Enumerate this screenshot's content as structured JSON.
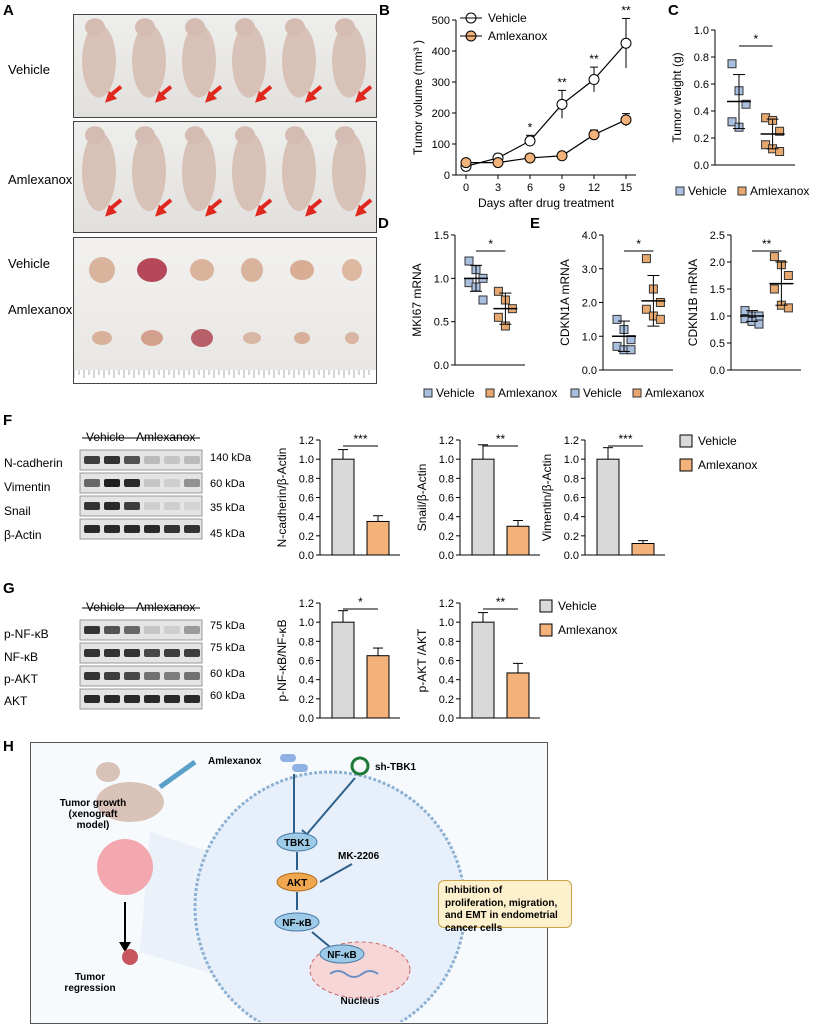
{
  "colors": {
    "vehicle": "#d9d9d9",
    "amlexanox": "#f2b27a",
    "vehicle_sq": "#a9bfe0",
    "amlexanox_sq": "#e7a870",
    "cell": "#e7f0fa",
    "nucleus": "#f6d6d6",
    "node": "#9dcbe7",
    "akt": "#f1a650",
    "box": "#fdf0cc"
  },
  "panels": {
    "A": "A",
    "B": "B",
    "C": "C",
    "D": "D",
    "E": "E",
    "F": "F",
    "G": "G",
    "H": "H"
  },
  "panel_a": {
    "row1": "Vehicle",
    "row2": "Amlexanox",
    "row3": "Vehicle",
    "row4": "Amlexanox"
  },
  "legend": {
    "vehicle": "Vehicle",
    "amlexanox": "Amlexanox"
  },
  "panel_f": {
    "groups": [
      "Vehicle",
      "Amlexanox"
    ],
    "proteins": [
      "N-cadherin",
      "Vimentin",
      "Snail",
      "β-Actin"
    ],
    "kda": [
      "140 kDa",
      "60 kDa",
      "35 kDa",
      "45 kDa"
    ]
  },
  "panel_g": {
    "groups": [
      "Vehicle",
      "Amlexanox"
    ],
    "proteins": [
      "p-NF-κB",
      "NF-κB",
      "p-AKT",
      "AKT"
    ],
    "kda": [
      "75 kDa",
      "75 kDa",
      "60 kDa",
      "60 kDa"
    ]
  },
  "panel_h": {
    "drug": "Amlexanox",
    "shrna": "sh-TBK1",
    "mouse_label": "Tumor growth (xenograft model)",
    "regression": "Tumor regression",
    "tbk1": "TBK1",
    "inhibitor": "MK-2206",
    "akt": "AKT",
    "nfkb": "NF-κB",
    "nfkb_nuc": "NF-κB",
    "nucleus": "Nucleus",
    "effect": "Inhibition of proliferation, migration, and EMT in endometrial cancer cells"
  },
  "chart_data": [
    {
      "id": "B",
      "type": "line",
      "x": [
        0,
        3,
        6,
        9,
        12,
        15
      ],
      "series": [
        {
          "name": "Vehicle",
          "values": [
            28,
            55,
            110,
            228,
            308,
            425
          ],
          "err": [
            10,
            12,
            18,
            45,
            40,
            80
          ]
        },
        {
          "name": "Amlexanox",
          "values": [
            40,
            40,
            55,
            62,
            130,
            178
          ],
          "err": [
            8,
            8,
            8,
            8,
            15,
            20
          ]
        }
      ],
      "sig": [
        "",
        "",
        "*",
        "**",
        "**",
        "**"
      ],
      "xlabel": "Days after drug treatment",
      "ylabel": "Tumor volume (mm³ )",
      "ylim": [
        0,
        500
      ],
      "yticks": [
        0,
        100,
        200,
        300,
        400,
        500
      ],
      "legend": "top-left"
    },
    {
      "id": "C",
      "type": "scatter",
      "ylabel": "Tumor weight (g)",
      "ylim": [
        0,
        1.0
      ],
      "yticks": [
        "0.0",
        "0.2",
        "0.4",
        "0.6",
        "0.8",
        "1.0"
      ],
      "groups": [
        {
          "name": "Vehicle",
          "values": [
            0.75,
            0.55,
            0.45,
            0.32,
            0.28
          ],
          "mean": 0.47,
          "sd": 0.2
        },
        {
          "name": "Amlexanox",
          "values": [
            0.35,
            0.33,
            0.25,
            0.15,
            0.12,
            0.1
          ],
          "mean": 0.23,
          "sd": 0.11
        }
      ],
      "sig": "*",
      "legend": "bottom"
    },
    {
      "id": "D",
      "type": "scatter",
      "ylabel": "MKI67 mRNA",
      "ylim": [
        0,
        1.5
      ],
      "yticks": [
        "0.0",
        "0.5",
        "1.0",
        "1.5"
      ],
      "groups": [
        {
          "name": "Vehicle",
          "values": [
            1.2,
            1.1,
            1.0,
            0.95,
            0.9,
            0.75
          ],
          "mean": 1.0,
          "sd": 0.15
        },
        {
          "name": "Amlexanox",
          "values": [
            0.85,
            0.75,
            0.65,
            0.55,
            0.45
          ],
          "mean": 0.65,
          "sd": 0.18
        }
      ],
      "sig": "*"
    },
    {
      "id": "E1",
      "type": "scatter",
      "ylabel": "CDKN1A mRNA",
      "ylim": [
        0,
        4.0
      ],
      "yticks": [
        "0.0",
        "1.0",
        "2.0",
        "3.0",
        "4.0"
      ],
      "groups": [
        {
          "name": "Vehicle",
          "values": [
            1.5,
            1.2,
            0.9,
            0.7,
            0.6,
            0.6
          ],
          "mean": 1.0,
          "sd": 0.45
        },
        {
          "name": "Amlexanox",
          "values": [
            3.3,
            2.4,
            2.0,
            1.8,
            1.6,
            1.5
          ],
          "mean": 2.05,
          "sd": 0.75
        }
      ],
      "sig": "*"
    },
    {
      "id": "E2",
      "type": "scatter",
      "ylabel": "CDKN1B mRNA",
      "ylim": [
        0,
        2.5
      ],
      "yticks": [
        "0.0",
        "0.5",
        "1.0",
        "1.5",
        "2.0",
        "2.5"
      ],
      "groups": [
        {
          "name": "Vehicle",
          "values": [
            1.1,
            1.0,
            1.0,
            0.95,
            0.9,
            0.85
          ],
          "mean": 1.0,
          "sd": 0.1
        },
        {
          "name": "Amlexanox",
          "values": [
            2.1,
            1.95,
            1.75,
            1.5,
            1.2,
            1.15
          ],
          "mean": 1.6,
          "sd": 0.4
        }
      ],
      "sig": "**"
    },
    {
      "id": "F1",
      "type": "bar",
      "categories": [
        "Vehicle",
        "Amlexanox"
      ],
      "values": [
        1.0,
        0.35
      ],
      "err": [
        0.1,
        0.06
      ],
      "ylabel": "N-cadherin/β-Actin",
      "ylim": [
        0,
        1.2
      ],
      "yticks": [
        "0.0",
        "0.2",
        "0.4",
        "0.6",
        "0.8",
        "1.0",
        "1.2"
      ],
      "sig": "***"
    },
    {
      "id": "F2",
      "type": "bar",
      "categories": [
        "Vehicle",
        "Amlexanox"
      ],
      "values": [
        1.0,
        0.3
      ],
      "err": [
        0.15,
        0.06
      ],
      "ylabel": "Snail/β-Actin",
      "ylim": [
        0,
        1.2
      ],
      "yticks": [
        "0.0",
        "0.2",
        "0.4",
        "0.6",
        "0.8",
        "1.0",
        "1.2"
      ],
      "sig": "**"
    },
    {
      "id": "F3",
      "type": "bar",
      "categories": [
        "Vehicle",
        "Amlexanox"
      ],
      "values": [
        1.0,
        0.12
      ],
      "err": [
        0.12,
        0.03
      ],
      "ylabel": "Vimentin/β-Actin",
      "ylim": [
        0,
        1.2
      ],
      "yticks": [
        "0.0",
        "0.2",
        "0.4",
        "0.6",
        "0.8",
        "1.0",
        "1.2"
      ],
      "sig": "***"
    },
    {
      "id": "G1",
      "type": "bar",
      "categories": [
        "Vehicle",
        "Amlexanox"
      ],
      "values": [
        1.0,
        0.65
      ],
      "err": [
        0.12,
        0.08
      ],
      "ylabel": "p-NF-κB/NF-κB",
      "ylim": [
        0,
        1.2
      ],
      "yticks": [
        "0.0",
        "0.2",
        "0.4",
        "0.6",
        "0.8",
        "1.0",
        "1.2"
      ],
      "sig": "*"
    },
    {
      "id": "G2",
      "type": "bar",
      "categories": [
        "Vehicle",
        "Amlexanox"
      ],
      "values": [
        1.0,
        0.47
      ],
      "err": [
        0.1,
        0.1
      ],
      "ylabel": "p-AKT /AKT",
      "ylim": [
        0,
        1.2
      ],
      "yticks": [
        "0.0",
        "0.2",
        "0.4",
        "0.6",
        "0.8",
        "1.0",
        "1.2"
      ],
      "sig": "**"
    }
  ]
}
